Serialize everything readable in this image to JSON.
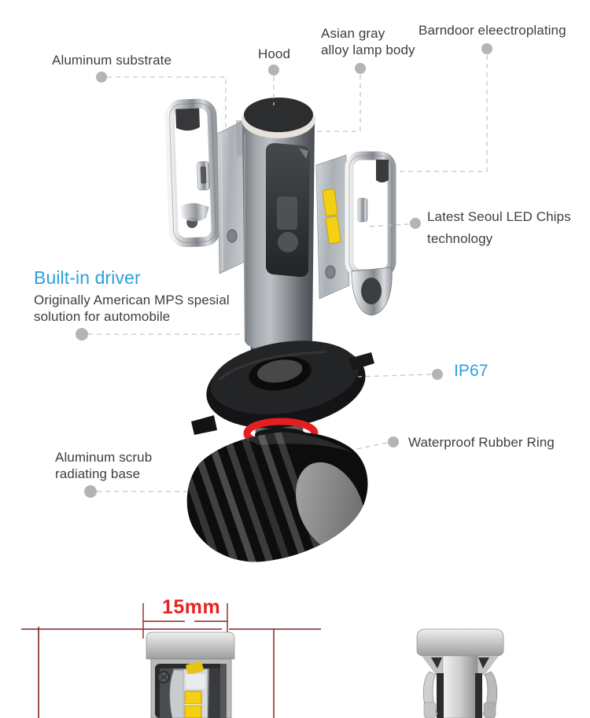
{
  "page": {
    "background": "#ffffff"
  },
  "colors": {
    "accent_blue": "#2ba1dc",
    "label_text": "#3e3e3e",
    "leader_line": "#c6c6c6",
    "leader_dot": "#b4b4b4",
    "dimension_line_red": "#7d2222",
    "dimension_label_red": "#e8221e",
    "led_chip_yellow": "#f4d013",
    "rubber_ring_red": "#e51f1f"
  },
  "exploded_view": {
    "callouts": {
      "aluminum_substrate": {
        "label": "Aluminum substrate"
      },
      "hood": {
        "label": "Hood"
      },
      "lamp_body": {
        "line1": "Asian gray",
        "line2": "alloy lamp body"
      },
      "barndoor": {
        "label": "Barndoor eleectroplating"
      },
      "led_chips": {
        "line1": "Latest Seoul LED Chips",
        "line2": "technology"
      },
      "built_in_driver": {
        "title": "Built-in driver",
        "line1": "Originally American MPS spesial",
        "line2": "solution for automobile"
      },
      "ip67": {
        "label": "IP67"
      },
      "waterproof_ring": {
        "label": "Waterproof Rubber Ring"
      },
      "radiating_base": {
        "line1": "Aluminum scrub",
        "line2": "radiating base"
      }
    }
  },
  "dimension_drawing": {
    "width_label": "15mm"
  }
}
